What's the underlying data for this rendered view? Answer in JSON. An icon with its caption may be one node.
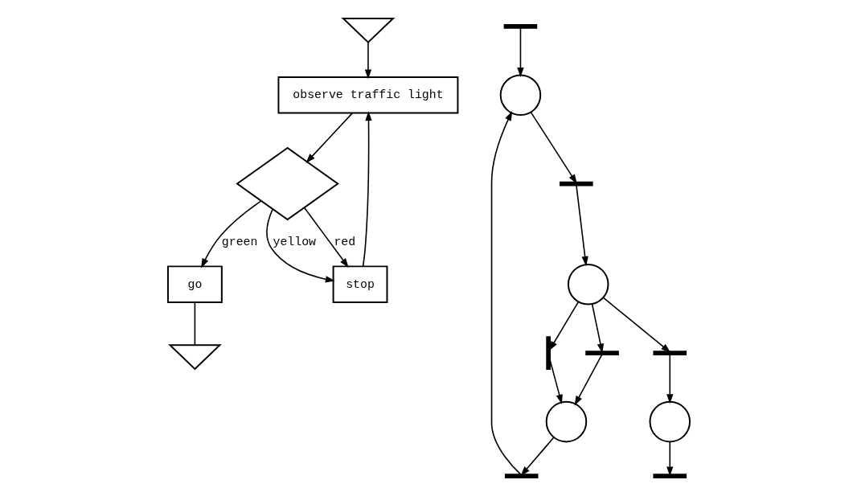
{
  "diagram": {
    "nodes": [
      {
        "text": [],
        "shape": "triangle"
      },
      {
        "text": [
          "observe traffic light"
        ]
      },
      {
        "text": [
          "stop"
        ]
      },
      {
        "text": [],
        "shape": "diamond"
      },
      {
        "text": [
          "go"
        ]
      },
      {
        "text": [],
        "shape": "triangle"
      },
      {
        "text": [],
        "shape": "bar"
      },
      {
        "text": [],
        "shape": "bar"
      },
      {
        "text": [],
        "shape": "circle"
      },
      {
        "text": [],
        "shape": "circle"
      },
      {
        "text": [],
        "shape": "bar"
      },
      {
        "text": [],
        "shape": "circle"
      },
      {
        "text": [],
        "shape": "bar"
      },
      {
        "text": [],
        "shape": "bar"
      },
      {
        "text": [],
        "shape": "bar"
      },
      {
        "text": [],
        "shape": "circle"
      },
      {
        "text": [],
        "shape": "bar"
      }
    ],
    "edges": [
      {
        "from": 0,
        "to": 1,
        "arrow": "to"
      },
      {
        "from": 2,
        "to": 1,
        "arrow": "to"
      },
      {
        "from": 1,
        "to": 3,
        "arrow": "to"
      },
      {
        "from": 3,
        "to": 4,
        "arrow": "to",
        "label": "green"
      },
      {
        "from": 3,
        "to": 2,
        "arrow": "to",
        "label": "red"
      },
      {
        "from": 3,
        "to": 2,
        "arrow": "to",
        "label": "yellow"
      },
      {
        "from": 4,
        "to": 5,
        "arrow": "none"
      },
      {
        "from": 6,
        "to": 8,
        "arrow": "to"
      },
      {
        "from": 8,
        "to": 10,
        "arrow": "to"
      },
      {
        "from": 10,
        "to": 11,
        "arrow": "to"
      },
      {
        "from": 11,
        "to": 12,
        "arrow": "to"
      },
      {
        "from": 12,
        "to": 9,
        "arrow": "to"
      },
      {
        "from": 9,
        "to": 7,
        "arrow": "to"
      },
      {
        "from": 7,
        "to": 8,
        "arrow": "to"
      },
      {
        "from": 11,
        "to": 13,
        "arrow": "to"
      },
      {
        "from": 13,
        "to": 9,
        "arrow": "to"
      },
      {
        "from": 11,
        "to": 14,
        "arrow": "to"
      },
      {
        "from": 14,
        "to": 15,
        "arrow": "to"
      },
      {
        "from": 15,
        "to": 16,
        "arrow": "to"
      }
    ]
  }
}
